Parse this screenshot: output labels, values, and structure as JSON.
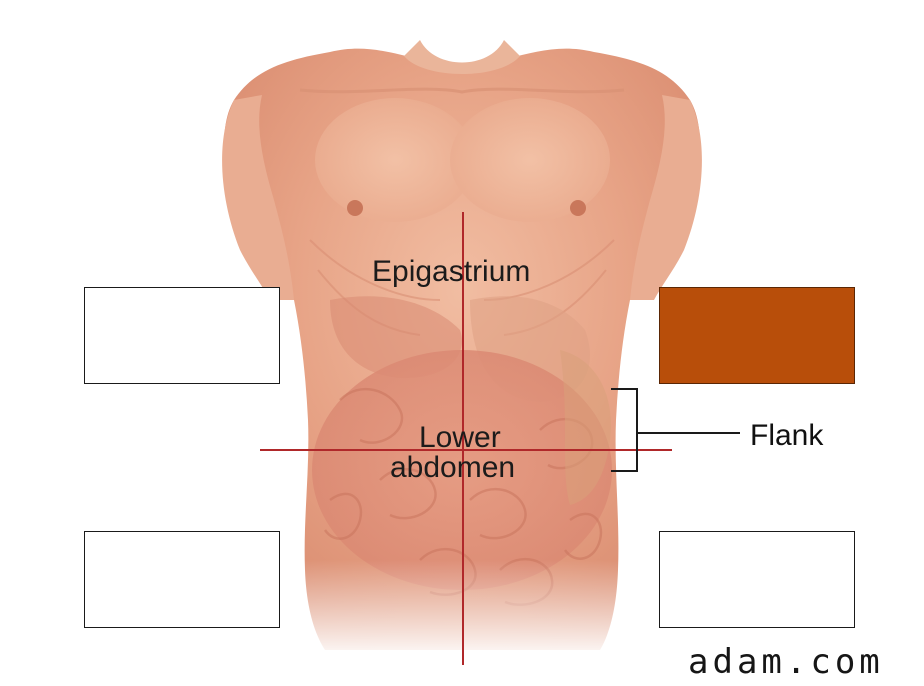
{
  "labels": {
    "epigastrium": "Epigastrium",
    "lower_abdomen_line1": "Lower",
    "lower_abdomen_line2": "abdomen",
    "flank": "Flank"
  },
  "credit": "adam.com",
  "answer_boxes": [
    {
      "id": "top-left",
      "state": "empty"
    },
    {
      "id": "top-right",
      "state": "filled"
    },
    {
      "id": "bottom-left",
      "state": "empty"
    },
    {
      "id": "bottom-right",
      "state": "empty"
    }
  ],
  "colors": {
    "filled_box": "#b84e0a",
    "crosshair": "#b0282a",
    "skin": "#e8a98c"
  }
}
